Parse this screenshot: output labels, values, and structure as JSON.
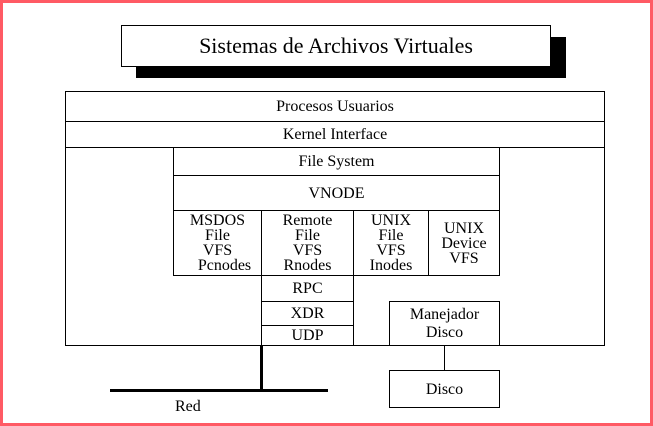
{
  "title": "Sistemas de Archivos Virtuales",
  "layers": {
    "procesos": "Procesos Usuarios",
    "kernel": "Kernel Interface",
    "filesystem": "File System",
    "vnode": "VNODE"
  },
  "fs_types": [
    {
      "lines": [
        "MSDOS",
        "File",
        "VFS",
        "Pcnodes"
      ]
    },
    {
      "lines": [
        "Remote",
        "File",
        "VFS",
        "Rnodes"
      ]
    },
    {
      "lines": [
        "UNIX",
        "File",
        "VFS",
        "Inodes"
      ]
    },
    {
      "lines": [
        "UNIX",
        "Device",
        "VFS"
      ]
    }
  ],
  "network_stack": [
    "RPC",
    "XDR",
    "UDP"
  ],
  "manejador": [
    "Manejador",
    "Disco"
  ],
  "disco": "Disco",
  "red": "Red",
  "colors": {
    "frame_border": "#ff5a64",
    "shadow": "#000000"
  }
}
